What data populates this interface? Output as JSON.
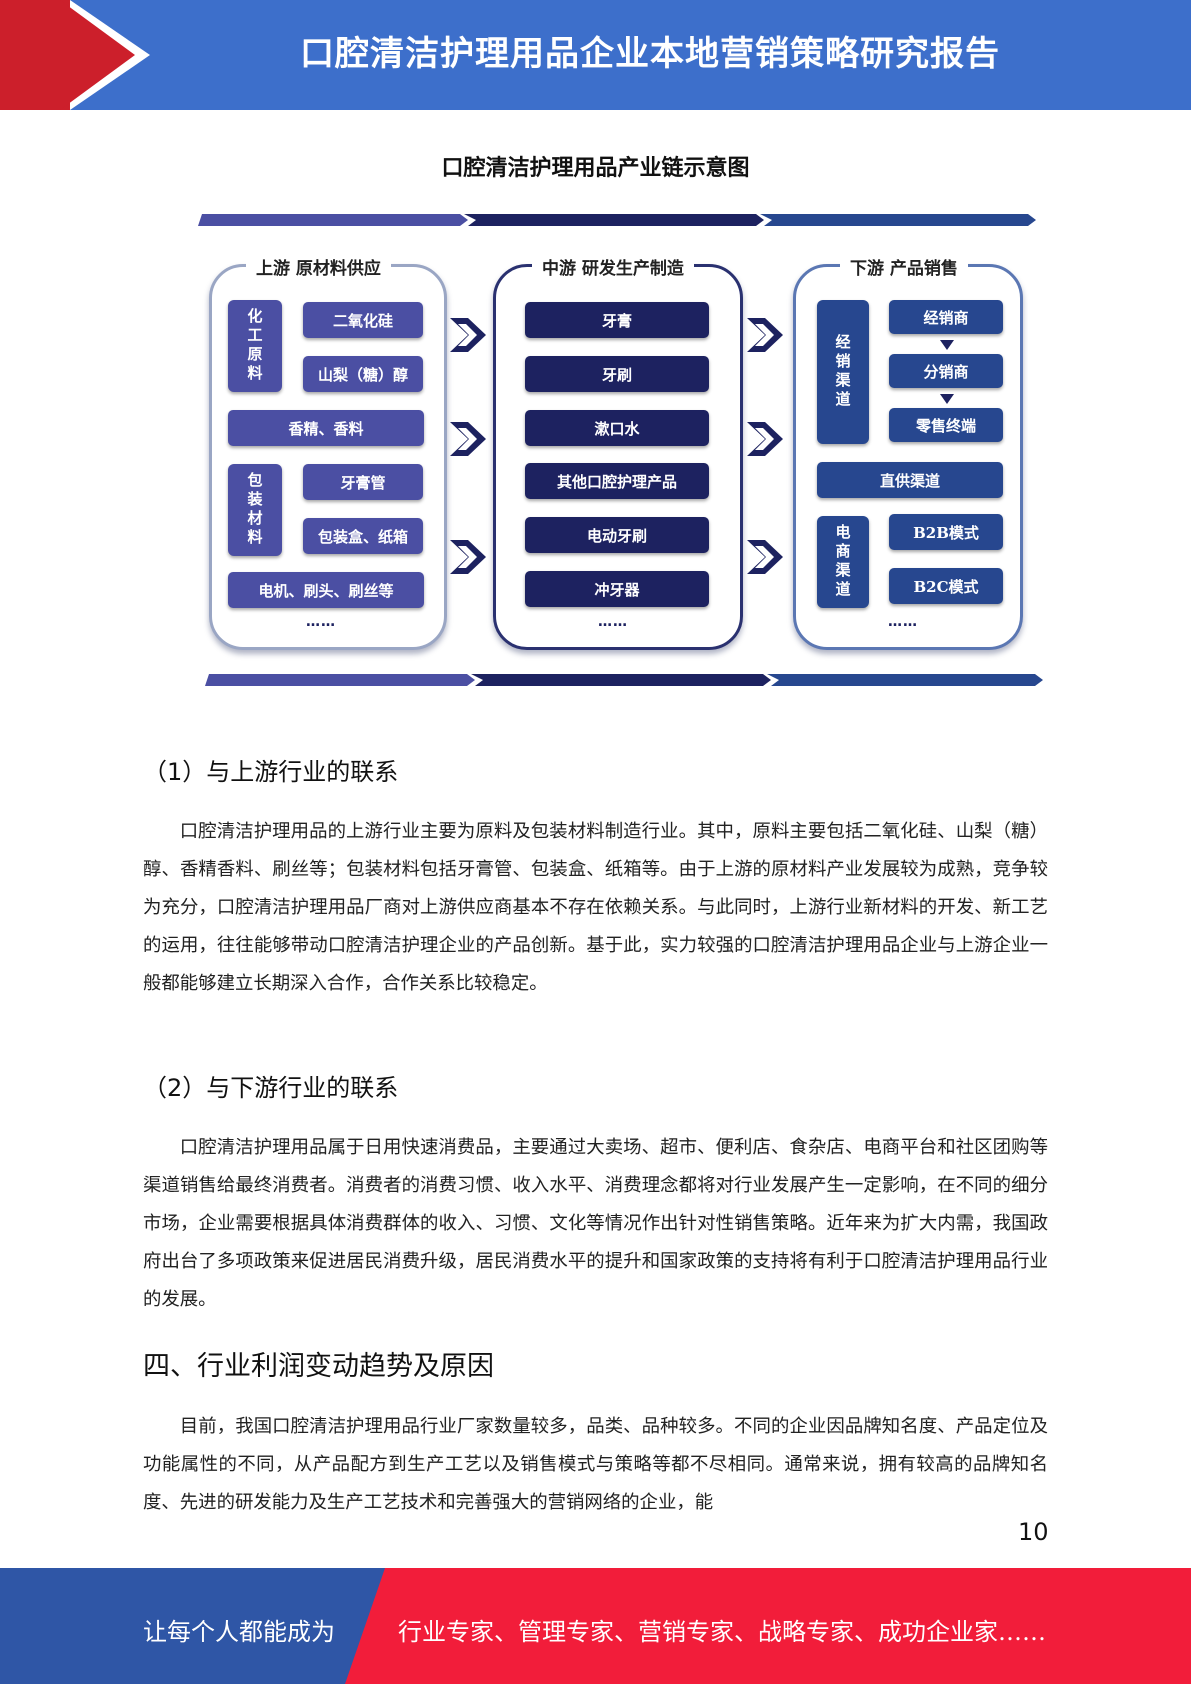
{
  "header": {
    "title": "口腔清洁护理用品企业本地营销策略研究报告"
  },
  "diagram": {
    "title": "口腔清洁护理用品产业链示意图",
    "upstream": {
      "label": "上游  原材料供应",
      "chem_group": "化工原料",
      "chem_items": [
        "二氧化硅",
        "山梨（糖）醇"
      ],
      "flavor": "香精、香料",
      "pack_group": "包装材料",
      "pack_items": [
        "牙膏管",
        "包装盒、纸箱"
      ],
      "motor": "电机、刷头、刷丝等",
      "more": "……"
    },
    "midstream": {
      "label": "中游  研发生产制造",
      "items": [
        "牙膏",
        "牙刷",
        "漱口水",
        "其他口腔护理产品",
        "电动牙刷",
        "冲牙器"
      ],
      "more": "……"
    },
    "downstream": {
      "label": "下游  产品销售",
      "dealer_group": "经销渠道",
      "dealer_items": [
        "经销商",
        "分销商",
        "零售终端"
      ],
      "direct": "直供渠道",
      "ecom_group": "电商渠道",
      "ecom_items": [
        "B2B模式",
        "B2C模式"
      ],
      "more": "……"
    }
  },
  "sections": {
    "s1": {
      "heading": "（1）与上游行业的联系",
      "text": "口腔清洁护理用品的上游行业主要为原料及包装材料制造行业。其中，原料主要包括二氧化硅、山梨（糖）醇、香精香料、刷丝等；包装材料包括牙膏管、包装盒、纸箱等。由于上游的原材料产业发展较为成熟，竞争较为充分，口腔清洁护理用品厂商对上游供应商基本不存在依赖关系。与此同时，上游行业新材料的开发、新工艺的运用，往往能够带动口腔清洁护理企业的产品创新。基于此，实力较强的口腔清洁护理用品企业与上游企业一般都能够建立长期深入合作，合作关系比较稳定。"
    },
    "s2": {
      "heading": "（2）与下游行业的联系",
      "text": "口腔清洁护理用品属于日用快速消费品，主要通过大卖场、超市、便利店、食杂店、电商平台和社区团购等渠道销售给最终消费者。消费者的消费习惯、收入水平、消费理念都将对行业发展产生一定影响，在不同的细分市场，企业需要根据具体消费群体的收入、习惯、文化等情况作出针对性销售策略。近年来为扩大内需，我国政府出台了多项政策来促进居民消费升级，居民消费水平的提升和国家政策的支持将有利于口腔清洁护理用品行业的发展。"
    },
    "s3": {
      "heading": "四、行业利润变动趋势及原因",
      "text": "目前，我国口腔清洁护理用品行业厂家数量较多，品类、品种较多。不同的企业因品牌知名度、产品定位及功能属性的不同，从产品配方到生产工艺以及销售模式与策略等都不尽相同。通常来说，拥有较高的品牌知名度、先进的研发能力及生产工艺技术和完善强大的营销网络的企业，能"
    }
  },
  "page_number": "10",
  "footer": {
    "left": "让每个人都能成为",
    "right": "行业专家、管理专家、营销专家、战略专家、成功企业家……"
  },
  "colors": {
    "header_blue": "#3d6fcb",
    "header_red": "#cc1f2b",
    "footer_red": "#f21d3a",
    "footer_blue": "#2f56a6",
    "upstream": "#4b4fa3",
    "midstream": "#1d2260",
    "downstream": "#27478f"
  }
}
